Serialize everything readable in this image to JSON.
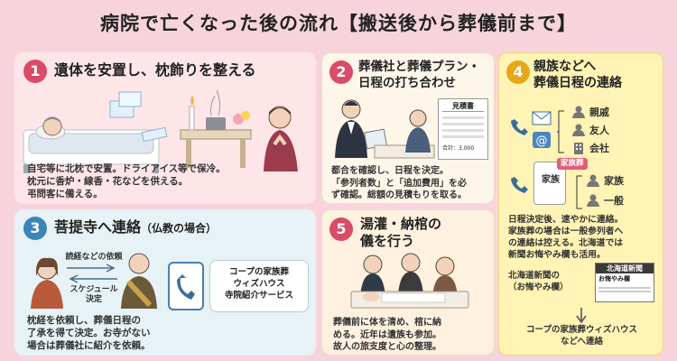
{
  "title": "病院で亡くなった後の流れ【搬送後から葬儀前まで】",
  "step1": {
    "number": "1",
    "title": "遺体を安置し、枕飾りを整える",
    "body": [
      "自宅等に北枕で安置。ドライアイス等で保冷。",
      "枕元に香炉・線香・花などを供える。",
      "弔問客に備える。"
    ]
  },
  "step2": {
    "number": "2",
    "title": [
      "葬儀社と葬儀プラン・",
      "日程の打ち合わせ"
    ],
    "estimate_title": "見積書",
    "estimate_total": "合計：3,000",
    "body": [
      "都合を確認し、日程を決定。",
      "「参列者数」と「追加費用」を必",
      "ず確認。総額の見積もりを取る。"
    ]
  },
  "step3": {
    "number": "3",
    "title": "菩提寺へ連絡",
    "title_note": "（仏教の場合）",
    "label_request": "読経などの依頼",
    "label_schedule": [
      "スケジュール",
      "決定"
    ],
    "service": [
      "コープの家族葬",
      "ウィズハウス",
      "寺院紹介サービス"
    ],
    "body": [
      "枕経を依頼し、葬儀日程の",
      "了承を得て決定。お寺がない",
      "場合は葬儀社に紹介を依頼。"
    ]
  },
  "step4": {
    "number": "4",
    "title": [
      "親族などへ",
      "葬儀日程の連絡"
    ],
    "contacts": [
      "親戚",
      "友人",
      "会社"
    ],
    "family_funeral_tag": "家族葬",
    "family_funeral_label": "家族",
    "family_funeral_targets": [
      "家族",
      "一般"
    ],
    "body": [
      "日程決定後、速やかに連絡。",
      "家族葬の場合は一般参列者へ",
      "の連絡は控える。北海道では",
      "新聞お悔やみ欄も活用。"
    ],
    "newspaper_label": [
      "北海道新聞の",
      "（お悔やみ欄）"
    ],
    "newspaper_name": "北海道新聞",
    "newspaper_sub": "お悔やみ欄",
    "coop_contact": [
      "コープの家族葬ウィズハウス",
      "などへ連絡"
    ]
  },
  "step5": {
    "number": "5",
    "title": [
      "湯灌・納棺の",
      "儀を行う"
    ],
    "body": [
      "葬儀前に体を清め、棺に納",
      "める。近年は遺族も参加。",
      "故人の旅支度と心の整理。"
    ]
  },
  "colors": {
    "background": "#f7d4dc",
    "step_red": "#d94b66",
    "step_blue": "#3a86b8",
    "step_yellow": "#e6a817"
  }
}
